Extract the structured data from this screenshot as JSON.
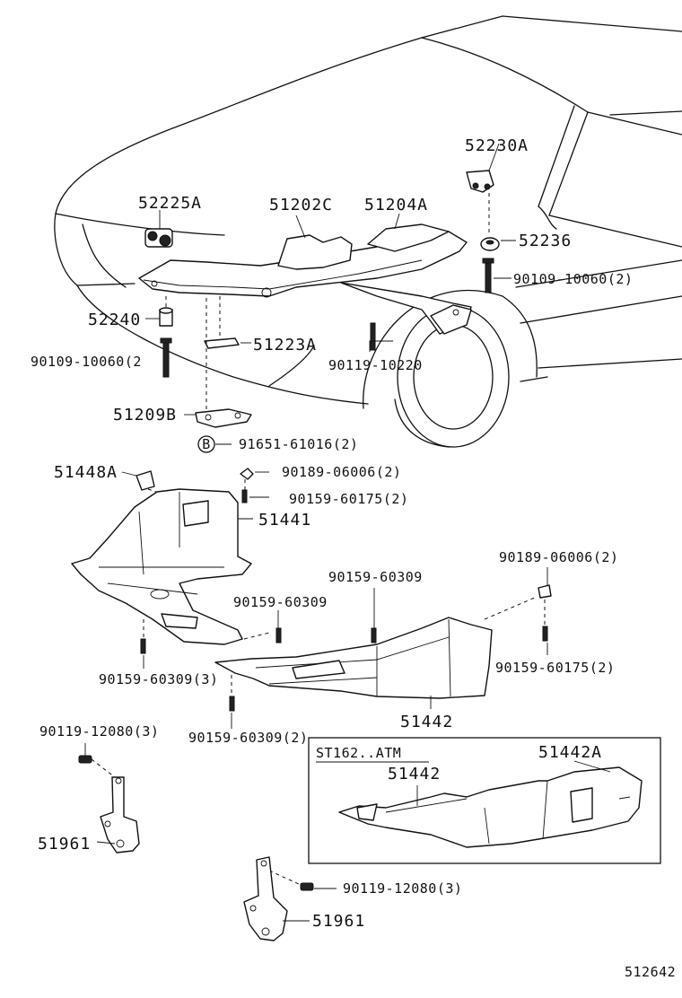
{
  "diagram": {
    "labels": {
      "p52230A": "52230A",
      "p52225A": "52225A",
      "p51202C": "51202C",
      "p51204A": "51204A",
      "p52236": "52236",
      "p90109_10060_r": "90109-10060(2)",
      "p52240": "52240",
      "p51223A": "51223A",
      "p90109_10060_l": "90109-10060(2",
      "p90119_10220": "90119-10220",
      "p51209B": "51209B",
      "p91651_61016": "91651-61016(2)",
      "circle_b": "B",
      "p51448A": "51448A",
      "p90189_06006_a": "90189-06006(2)",
      "p90159_60175_a": "90159-60175(2)",
      "p51441": "51441",
      "p90159_60309_a": "90159-60309",
      "p90189_06006_b": "90189-06006(2)",
      "p90159_60309_b": "90159-60309",
      "p90159_60309_3": "90159-60309(3)",
      "p90159_60175_b": "90159-60175(2)",
      "p51442": "51442",
      "p90119_12080_a": "90119-12080(3)",
      "p90159_60309_2": "90159-60309(2)",
      "inset_title": "ST162..ATM",
      "inset_51442A": "51442A",
      "inset_51442": "51442",
      "p51961_a": "51961",
      "p90119_12080_b": "90119-12080(3)",
      "p51961_b": "51961",
      "figure_number": "512642"
    }
  }
}
